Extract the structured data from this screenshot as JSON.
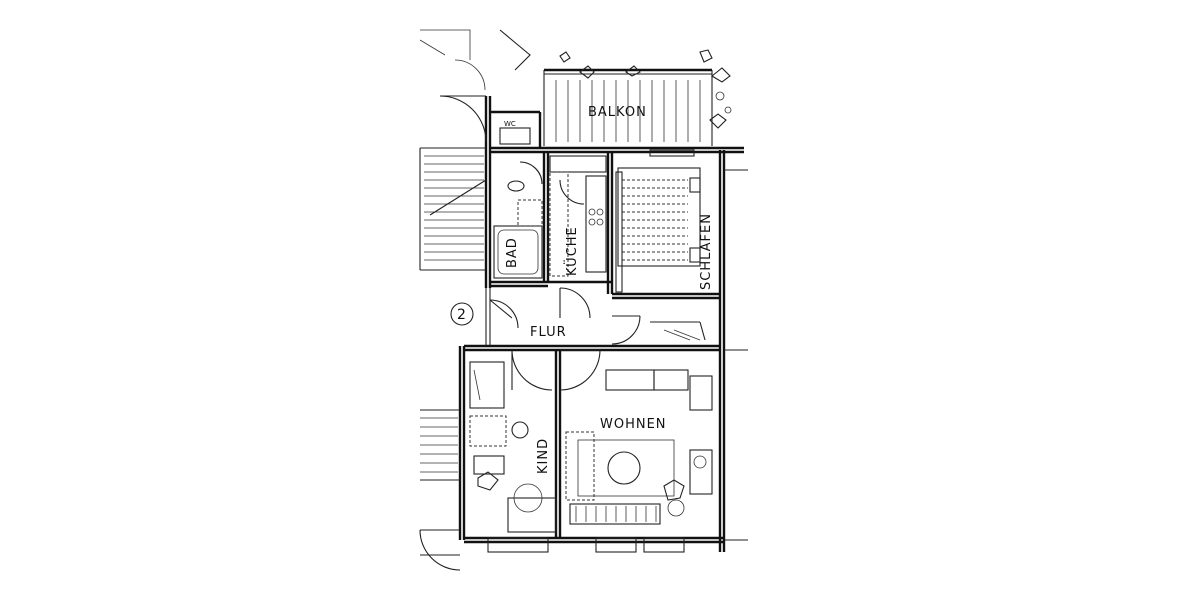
{
  "rooms": {
    "balkon": "BALKON",
    "bad": "BAD",
    "kueche": "KÜCHE",
    "schlafen": "SCHLAFEN",
    "flur": "FLUR",
    "wohnen": "WOHNEN",
    "kind": "KIND",
    "wc": "WC"
  },
  "unit_number": "2"
}
